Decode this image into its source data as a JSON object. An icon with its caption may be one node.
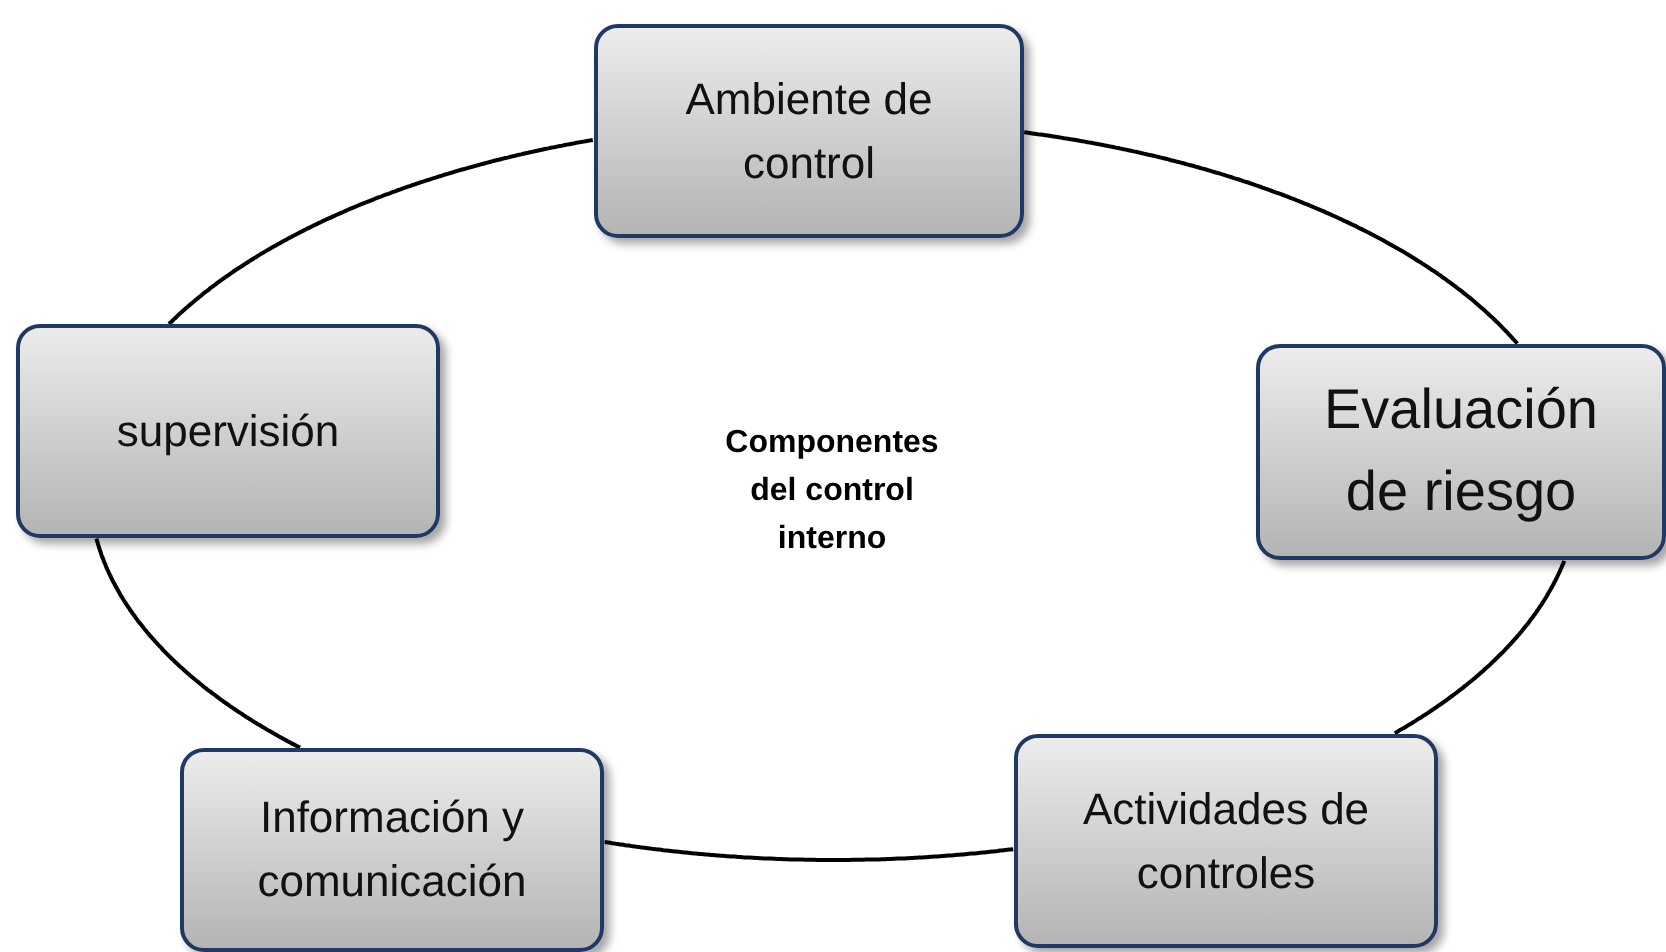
{
  "diagram": {
    "nodes": [
      {
        "text": [
          "Ambiente de control"
        ]
      },
      {
        "text": [
          "Evaluación de riesgo"
        ]
      },
      {
        "text": [
          "Actividades de controles"
        ]
      },
      {
        "text": [
          "Información y comunicación"
        ]
      },
      {
        "text": [
          "supervisión"
        ]
      }
    ],
    "edges": [
      {
        "from": 0,
        "to": 1,
        "arrow": "none"
      },
      {
        "from": 1,
        "to": 2,
        "arrow": "none"
      },
      {
        "from": 2,
        "to": 3,
        "arrow": "none"
      },
      {
        "from": 3,
        "to": 4,
        "arrow": "none"
      },
      {
        "from": 4,
        "to": 0,
        "arrow": "none"
      }
    ],
    "labels": [
      "Componentes del control interno"
    ]
  }
}
